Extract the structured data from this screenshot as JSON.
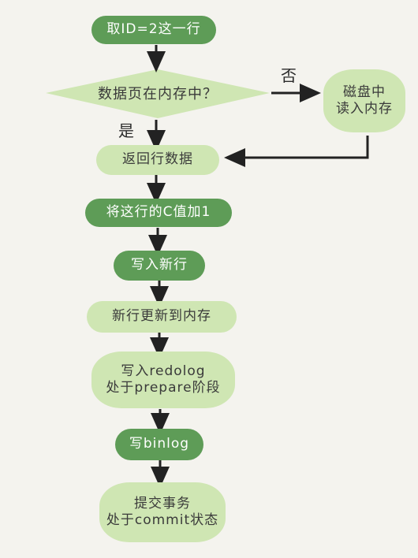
{
  "nodes": {
    "get_row": "取ID=2这一行",
    "in_memory": "数据页在内存中？",
    "read_disk": "磁盘中\n读入内存",
    "return_row": "返回行数据",
    "add_one": "将这行的C值加1",
    "write_row": "写入新行",
    "update_mem": "新行更新到内存",
    "redolog_prepare": "写入redolog\n处于prepare阶段",
    "write_binlog": "写binlog",
    "commit": "提交事务\n处于commit状态"
  },
  "edges": {
    "no": "否",
    "yes": "是"
  },
  "colors": {
    "dark_green": "#5e9c57",
    "light_green": "#cfe6b3",
    "arrow": "#222222",
    "background": "#f4f3ee"
  }
}
